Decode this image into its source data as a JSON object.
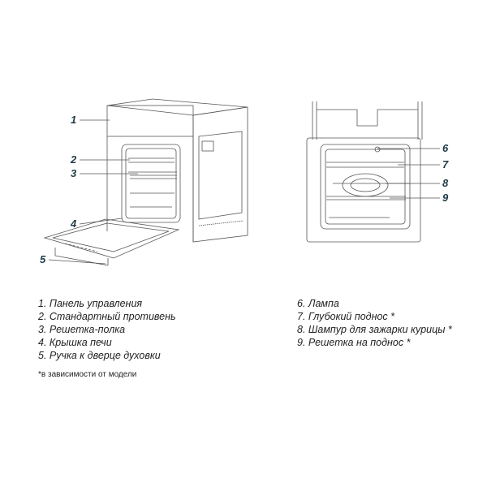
{
  "left_figure": {
    "callouts": [
      "1",
      "2",
      "3",
      "4",
      "5"
    ]
  },
  "right_figure": {
    "callouts": [
      "6",
      "7",
      "8",
      "9"
    ]
  },
  "legend": {
    "left": [
      "1. Панель управления",
      "2. Стандартный противень",
      "3. Решетка-полка",
      "4. Крышка печи",
      "5. Ручка к дверце духовки"
    ],
    "right": [
      "6. Лампа",
      "7. Глубокий поднос *",
      "8. Шампур для зажарки курицы *",
      "9. Решетка на поднос *"
    ]
  },
  "footnote": "*в зависимости от модели",
  "colors": {
    "callout": "#1f3a44",
    "line": "#555555"
  }
}
